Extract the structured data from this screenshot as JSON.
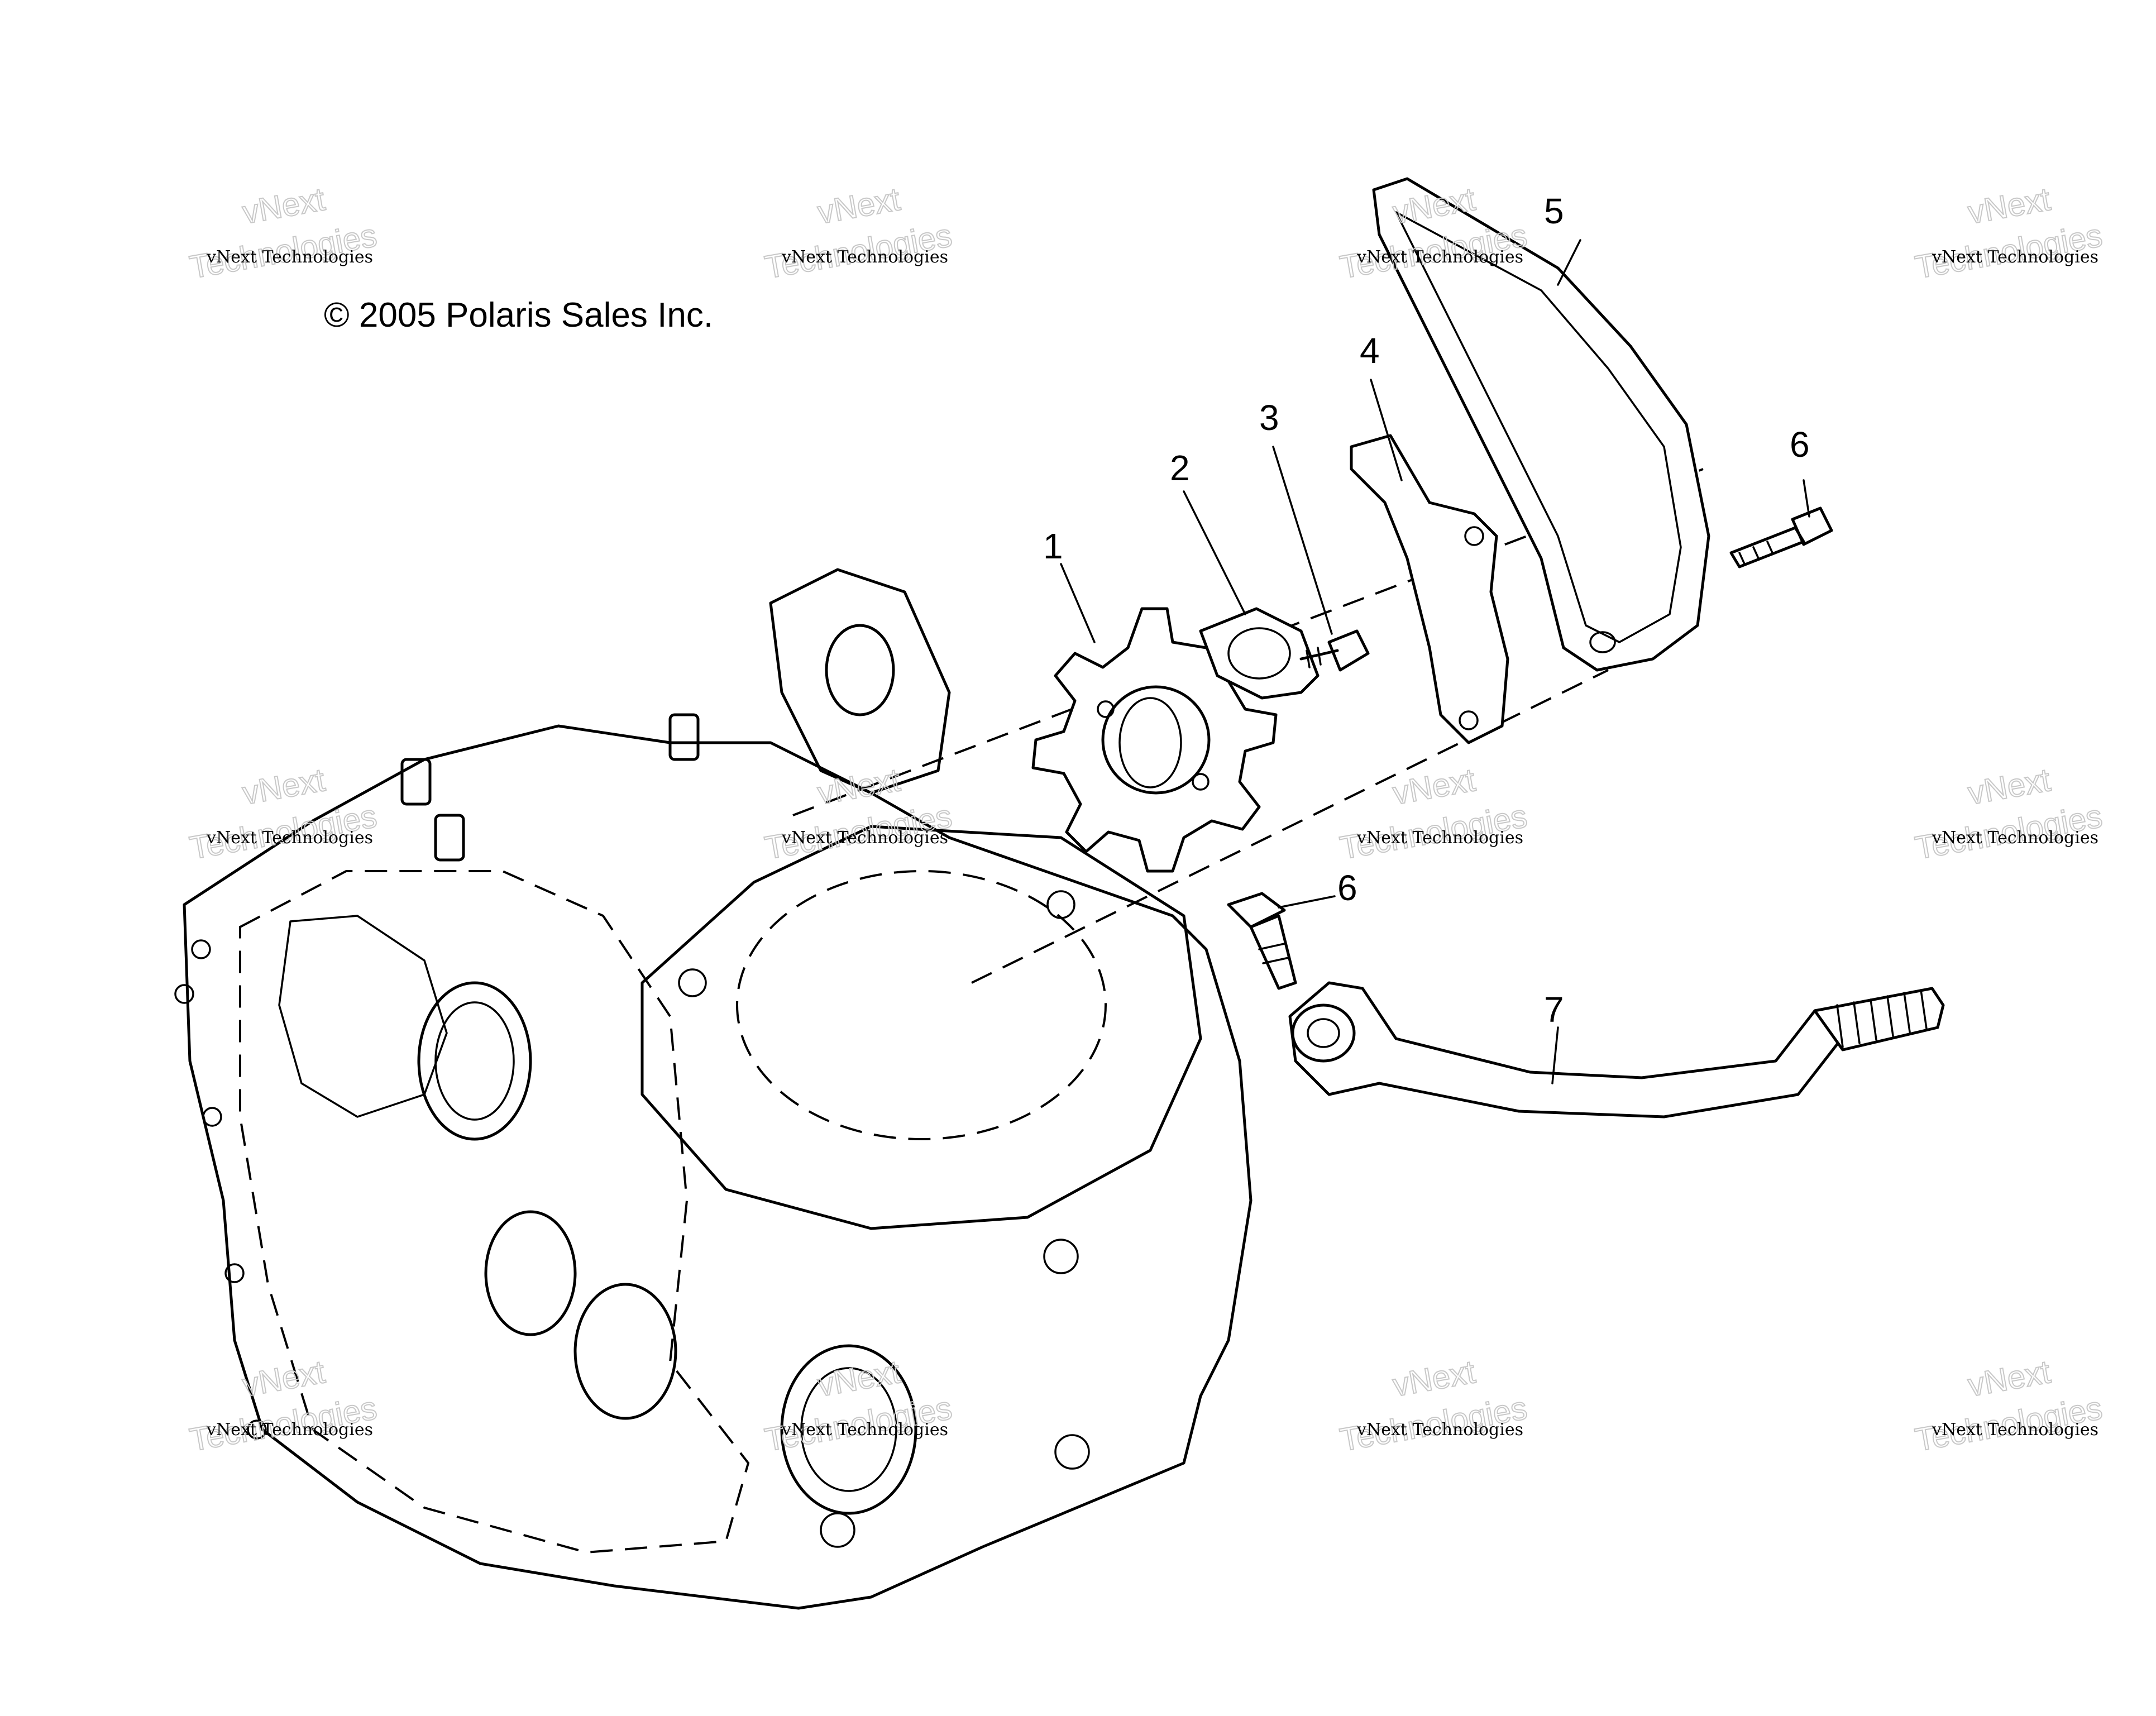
{
  "copyright": "© 2005 Polaris Sales Inc.",
  "watermark": {
    "company": "vNext Technologies",
    "brand_top": "vNext",
    "brand_bottom": "Technologies"
  },
  "callouts": [
    "1",
    "2",
    "3",
    "4",
    "5",
    "6",
    "6",
    "7"
  ],
  "colors": {
    "line": "#000000",
    "background": "#ffffff",
    "watermark": "#c8c8c8"
  }
}
